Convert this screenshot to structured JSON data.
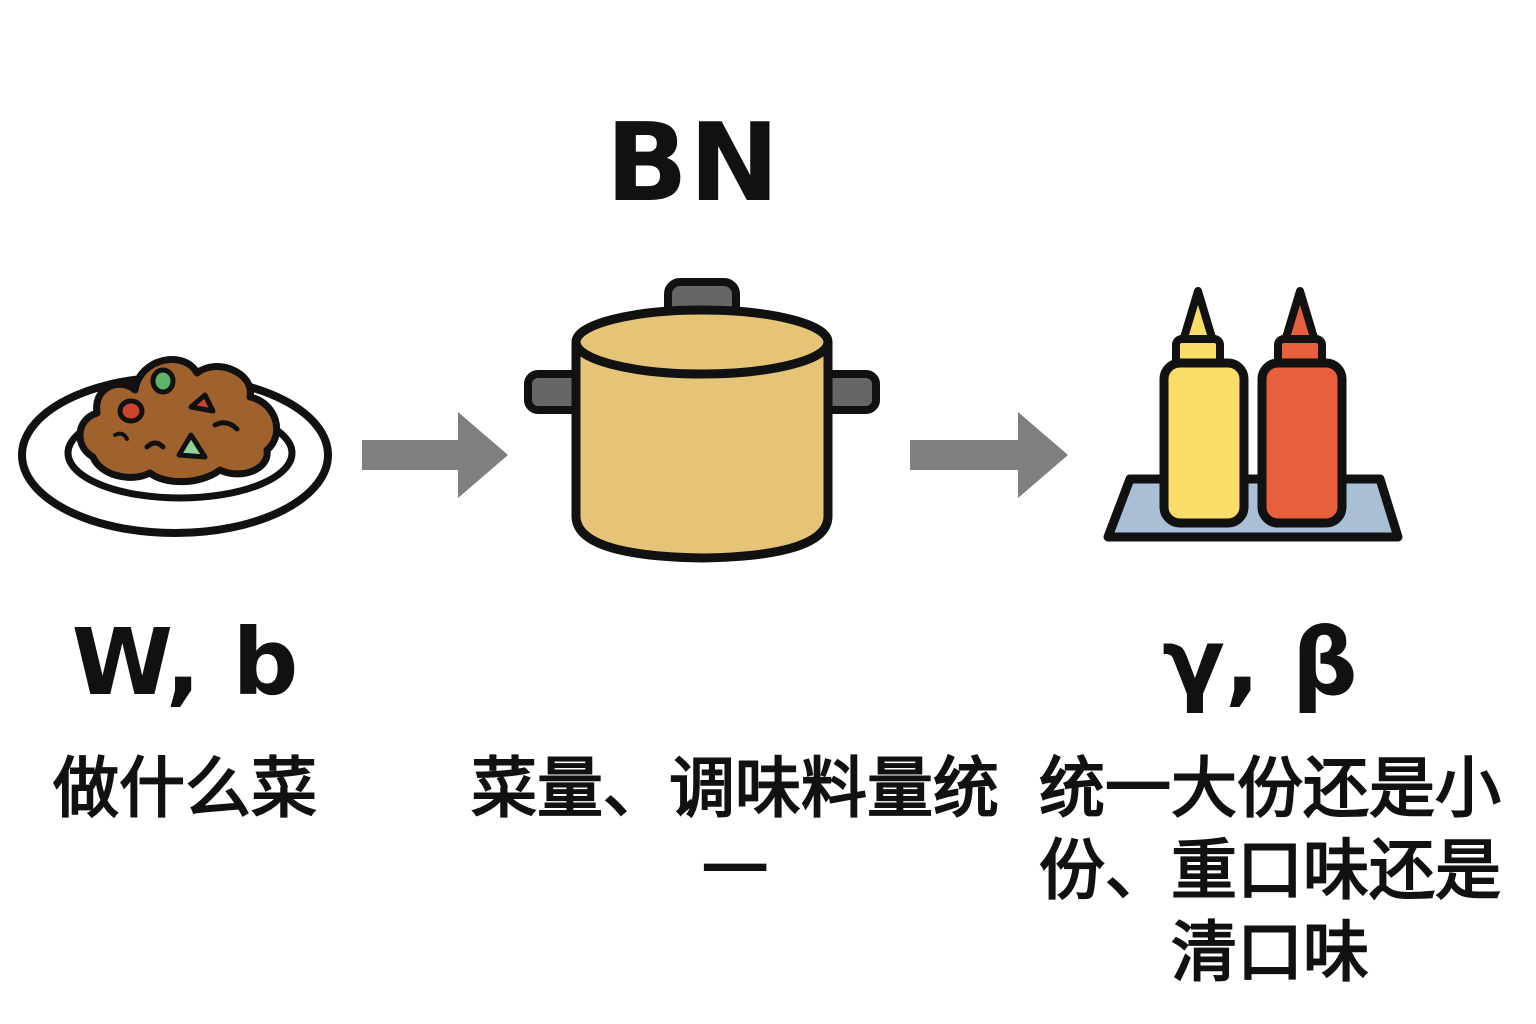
{
  "title": "BN",
  "stages": [
    {
      "icon": "plate-of-food-icon",
      "param": "W, b",
      "description": "做什么菜"
    },
    {
      "icon": "cooking-pot-icon",
      "param": "",
      "description": "菜量、调味料量统一"
    },
    {
      "icon": "condiment-bottles-icon",
      "param": "γ, β",
      "description": "统一大份还是小份、重口味还是清口味"
    }
  ],
  "connectors": [
    {
      "icon": "arrow-right-icon",
      "from": 0,
      "to": 1
    },
    {
      "icon": "arrow-right-icon",
      "from": 1,
      "to": 2
    }
  ],
  "colors": {
    "arrow": "#7f7f7f",
    "outline": "#111111",
    "food": "#a0622d",
    "pot": "#e5c477",
    "mustard": "#fadc68",
    "ketchup": "#e85f3d",
    "tray": "#a9bfd6",
    "handle": "#666666"
  }
}
